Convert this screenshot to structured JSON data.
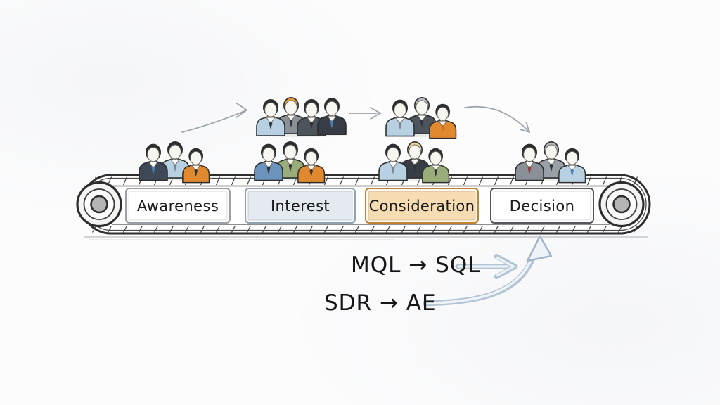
{
  "diagram_type": "hand-drawn sales funnel conveyor belt",
  "colors": {
    "ink": "#2e2e2e",
    "sketch_gray": "#9aa3ab",
    "flow_arrow_blue": "#b3c4d4",
    "flow_arrow_inner": "#eef3f7",
    "background": "#fcfcfd",
    "face": "#f8f6f1",
    "belt_fill": "#ffffff",
    "roller_hub": "#b5b5b5",
    "shadow": "#d8d6d2"
  },
  "palette": {
    "navy": "#3f4856",
    "charcoal": "#383d45",
    "darkgray": "#4e545c",
    "gray": "#8a9098",
    "lightgray_suit": "#9aa0a8",
    "lightblue": "#b7d0e2",
    "blue": "#6b93bb",
    "orange": "#e0892f",
    "green": "#98ad79",
    "hair_dark": "#2b2e33",
    "hair_orange": "#e09a3e",
    "hair_blonde": "#e8d79c",
    "hair_gray": "#b4bac0",
    "tie_red": "#8e3b3b",
    "tie_blue": "#4a7fb5",
    "tie_dark": "#2f343b",
    "tie_gray": "#7d838c",
    "tie_orange": "#c87424"
  },
  "belt": {
    "stages": [
      {
        "id": "awareness",
        "label": "Awareness",
        "fill": "#ffffff",
        "border": "#9aa0a6"
      },
      {
        "id": "interest",
        "label": "Interest",
        "fill": "#e4eaef",
        "border": "#8fa3b2"
      },
      {
        "id": "consideration",
        "label": "Consideration",
        "fill": "#f5dcb2",
        "border": "#c2812f"
      },
      {
        "id": "decision",
        "label": "Decision",
        "fill": "#ffffff",
        "border": "#54585d"
      }
    ]
  },
  "crowds": [
    {
      "id": "awareness-crowd",
      "stage": "awareness",
      "persons": [
        {
          "suit": "navy",
          "hair": "hair_dark",
          "tie": "tie_blue"
        },
        {
          "suit": "lightblue",
          "hair": "hair_dark",
          "tie": "tie_gray"
        },
        {
          "suit": "orange",
          "hair": "hair_dark",
          "tie": "tie_dark"
        }
      ]
    },
    {
      "id": "interest-upper-crowd",
      "stage": "interest",
      "persons": [
        {
          "suit": "lightblue",
          "hair": "hair_dark",
          "tie": "tie_dark"
        },
        {
          "suit": "gray",
          "hair": "hair_orange",
          "tie": "tie_dark"
        },
        {
          "suit": "darkgray",
          "hair": "hair_dark",
          "tie": "tie_dark"
        },
        {
          "suit": "charcoal",
          "hair": "hair_dark",
          "tie": "tie_blue"
        }
      ]
    },
    {
      "id": "interest-lower-crowd",
      "stage": "interest",
      "persons": [
        {
          "suit": "blue",
          "hair": "hair_dark",
          "tie": "tie_dark"
        },
        {
          "suit": "green",
          "hair": "hair_dark",
          "tie": "tie_dark"
        },
        {
          "suit": "orange",
          "hair": "hair_dark",
          "tie": "tie_dark"
        }
      ]
    },
    {
      "id": "consideration-upper-crowd",
      "stage": "consideration",
      "persons": [
        {
          "suit": "lightblue",
          "hair": "hair_dark",
          "tie": "tie_gray"
        },
        {
          "suit": "darkgray",
          "hair": "hair_gray",
          "tie": "tie_dark"
        },
        {
          "suit": "orange",
          "hair": "hair_dark",
          "tie": "tie_orange"
        }
      ]
    },
    {
      "id": "consideration-lower-crowd",
      "stage": "consideration",
      "persons": [
        {
          "suit": "lightblue",
          "hair": "hair_dark",
          "tie": "tie_gray"
        },
        {
          "suit": "charcoal",
          "hair": "hair_blonde",
          "tie": "tie_dark"
        },
        {
          "suit": "green",
          "hair": "hair_dark",
          "tie": "tie_dark"
        }
      ]
    },
    {
      "id": "decision-crowd",
      "stage": "decision",
      "persons": [
        {
          "suit": "gray",
          "hair": "hair_dark",
          "tie": "tie_red"
        },
        {
          "suit": "lightgray_suit",
          "hair": "hair_gray",
          "tie": "tie_dark"
        },
        {
          "suit": "lightblue",
          "hair": "hair_dark",
          "tie": "tie_blue"
        }
      ]
    }
  ],
  "annotations": [
    {
      "id": "mql-sql",
      "text": "MQL → SQL"
    },
    {
      "id": "sdr-ae",
      "text": "SDR → AE"
    }
  ]
}
